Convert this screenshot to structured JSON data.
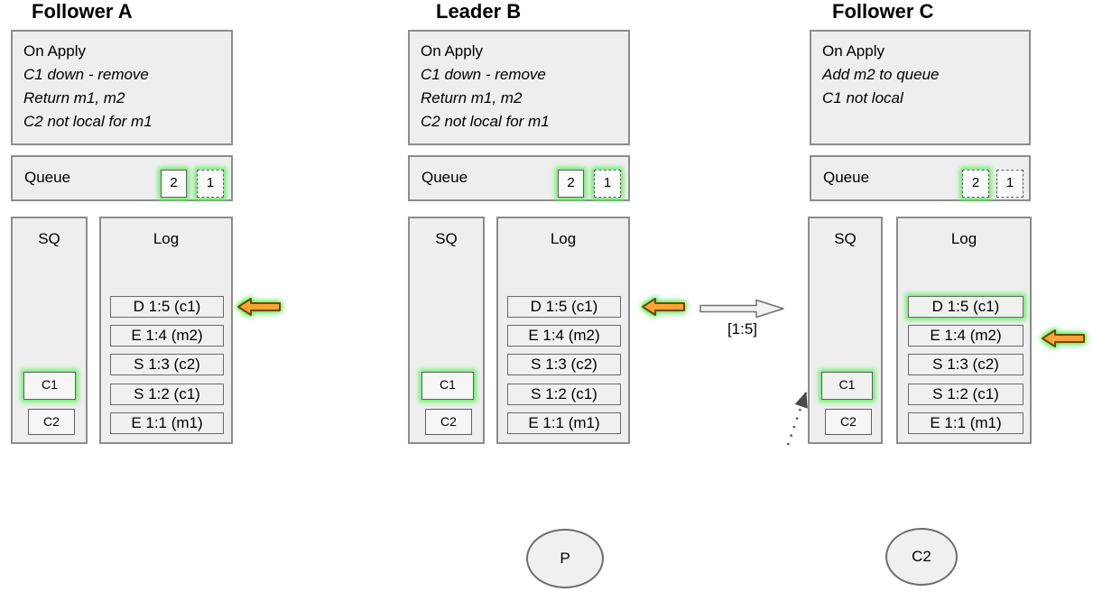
{
  "colors": {
    "accent_orange": "#FFA435",
    "glow_green": "#63EF63",
    "pink_highlight": "#F8CECC",
    "panel_fill": "#EEEEEE",
    "panel_border": "#8C8C8C"
  },
  "columns": [
    {
      "title": "Follower A",
      "on_apply": {
        "header": "On Apply",
        "lines": [
          "C1 down - remove",
          "Return m1, m2",
          "C2 not local for m1"
        ]
      },
      "queue": {
        "label": "Queue",
        "items": [
          {
            "label": "2"
          },
          {
            "label": "1"
          }
        ]
      },
      "sq": {
        "label": "SQ",
        "items": [
          {
            "label": "C1"
          },
          {
            "label": "C2"
          }
        ]
      },
      "log": {
        "label": "Log",
        "entries": [
          "D 1:5 (c1)",
          "E 1:4 (m2)",
          "S 1:3 (c2)",
          "S 1:2 (c1)",
          "E 1:1 (m1)"
        ]
      }
    },
    {
      "title": "Leader B",
      "on_apply": {
        "header": "On Apply",
        "lines": [
          "C1 down - remove",
          "Return m1, m2",
          "C2 not local for m1"
        ]
      },
      "queue": {
        "label": "Queue",
        "items": [
          {
            "label": "2"
          },
          {
            "label": "1"
          }
        ]
      },
      "sq": {
        "label": "SQ",
        "items": [
          {
            "label": "C1"
          },
          {
            "label": "C2"
          }
        ]
      },
      "log": {
        "label": "Log",
        "entries": [
          "D 1:5 (c1)",
          "E 1:4 (m2)",
          "S 1:3 (c2)",
          "S 1:2 (c1)",
          "E 1:1 (m1)"
        ]
      }
    },
    {
      "title": "Follower C",
      "on_apply": {
        "header": "On Apply",
        "lines": [
          "Add m2 to queue",
          "C1 not local"
        ]
      },
      "queue": {
        "label": "Queue",
        "items": [
          {
            "label": "2"
          },
          {
            "label": "1"
          }
        ]
      },
      "sq": {
        "label": "SQ",
        "items": [
          {
            "label": "C1"
          },
          {
            "label": "C2"
          }
        ]
      },
      "log": {
        "label": "Log",
        "entries": [
          "D 1:5 (c1)",
          "E 1:4 (m2)",
          "S 1:3 (c2)",
          "S 1:2 (c1)",
          "E 1:1 (m1)"
        ]
      }
    }
  ],
  "replication": {
    "label": "[1:5]"
  },
  "ellipses": [
    {
      "label": "P"
    },
    {
      "label": "C2"
    }
  ]
}
